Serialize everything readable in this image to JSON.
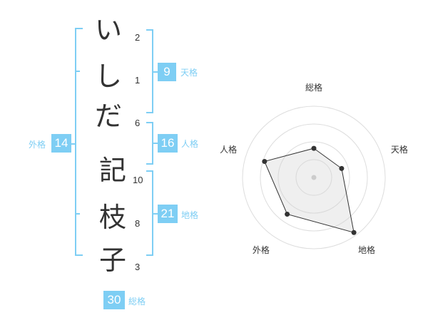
{
  "name": {
    "chars": [
      {
        "char": "い",
        "strokes": "2"
      },
      {
        "char": "し",
        "strokes": "1"
      },
      {
        "char": "だ",
        "strokes": "6"
      },
      {
        "char": "記",
        "strokes": "10"
      },
      {
        "char": "枝",
        "strokes": "8"
      },
      {
        "char": "子",
        "strokes": "3"
      }
    ]
  },
  "fortune": {
    "tenkaku": {
      "label": "天格",
      "value": "9"
    },
    "jinkaku": {
      "label": "人格",
      "value": "16"
    },
    "chikaku": {
      "label": "地格",
      "value": "21"
    },
    "gaikaku": {
      "label": "外格",
      "value": "14"
    },
    "soukaku": {
      "label": "総格",
      "value": "30"
    }
  },
  "colors": {
    "accent": "#7ecef4",
    "text": "#333333",
    "grid": "#dddddd"
  },
  "chart_data": {
    "type": "radar",
    "axes": [
      "総格",
      "天格",
      "地格",
      "外格",
      "人格"
    ],
    "values": [
      9,
      9,
      21,
      14,
      16
    ],
    "rlim": [
      0,
      22
    ],
    "rings": 4
  }
}
